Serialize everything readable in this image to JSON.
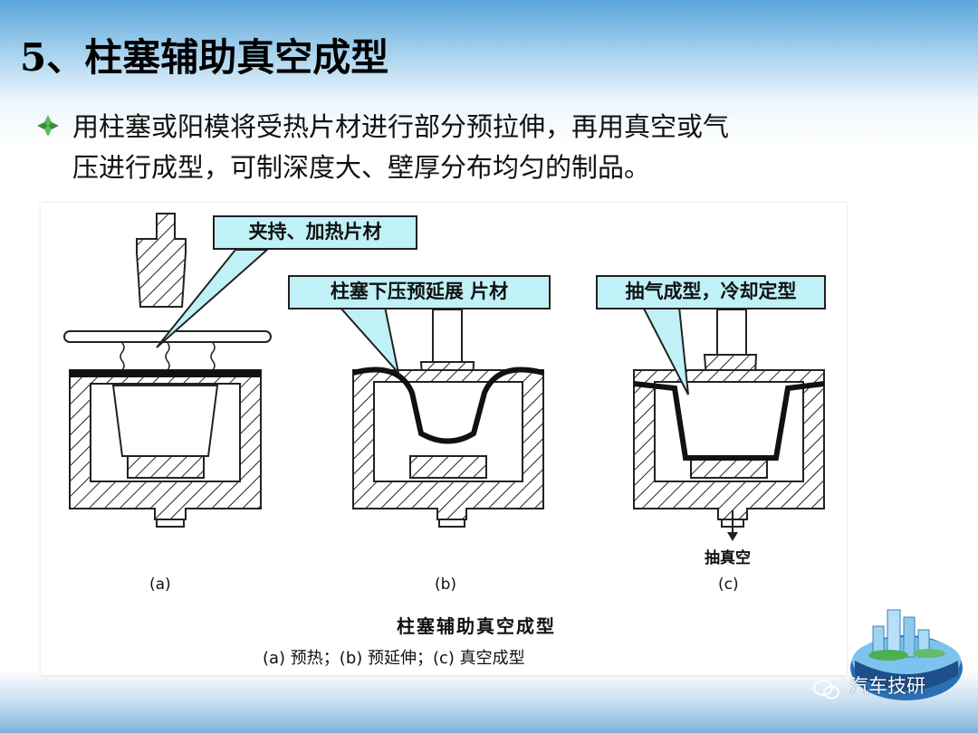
{
  "title": "5、柱塞辅助真空成型",
  "bullet": {
    "icon": "diamond-bullet-icon",
    "line1": "用柱塞或阳模将受热片材进行部分预拉伸，再用真空或气",
    "line2": "压进行成型，可制深度大、壁厚分布均匀的制品。"
  },
  "figure": {
    "callouts": {
      "a": "夹持、加热片材",
      "b": "柱塞下压预延展 片材",
      "c": "抽气成型，冷却定型"
    },
    "labels": {
      "a": "(a)",
      "b": "(b)",
      "c": "(c)"
    },
    "vacuum": "抽真空",
    "caption_title": "柱塞辅助真空成型",
    "caption_sub": "(a) 预热；(b) 预延伸；(c) 真空成型"
  },
  "watermark": "汽车技研",
  "colors": {
    "callout_fill": "#bff1f7",
    "header_blue": "#5aa6da"
  }
}
